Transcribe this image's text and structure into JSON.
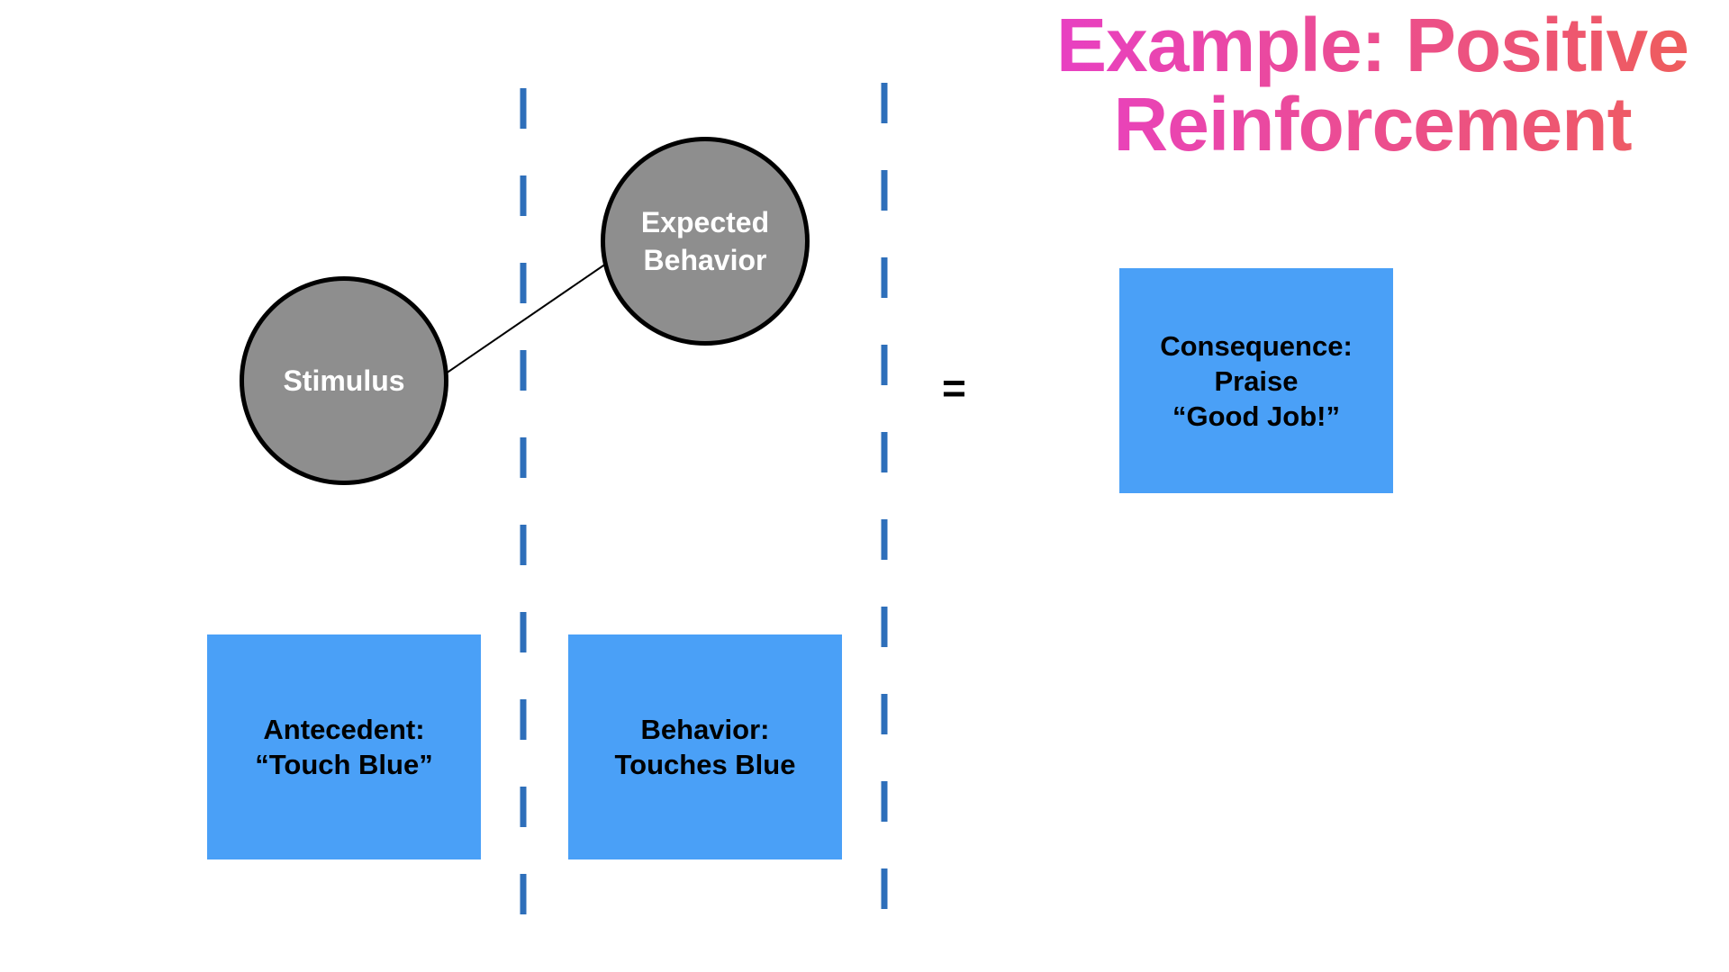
{
  "title": {
    "line1": "Example: Positive",
    "line2": "Reinforcement"
  },
  "circles": {
    "stimulus": "Stimulus",
    "expected_behavior": "Expected\nBehavior"
  },
  "boxes": {
    "antecedent": "Antecedent:\n“Touch Blue”",
    "behavior": "Behavior:\nTouches Blue",
    "consequence": "Consequence:\nPraise\n“Good Job!”"
  },
  "equals_sign": "=",
  "colors": {
    "box_fill": "#4aa0f7",
    "circle_fill": "#8e8e8e",
    "divider": "#2e6fba",
    "title_gradient": [
      "#e83fc6",
      "#ef5e58"
    ]
  }
}
